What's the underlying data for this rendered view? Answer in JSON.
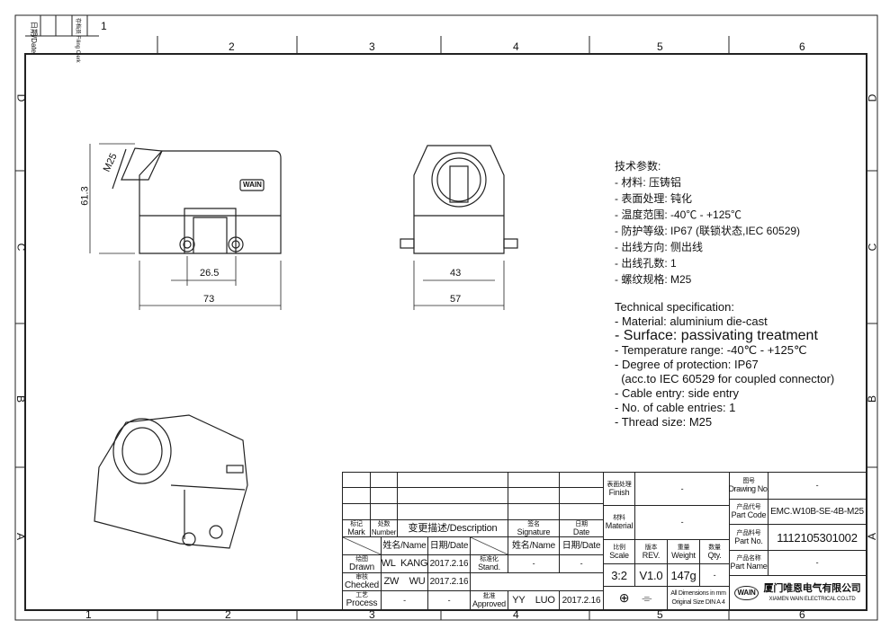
{
  "zones": {
    "top": [
      "1",
      "2",
      "3",
      "4",
      "5",
      "6"
    ],
    "bottom": [
      "1",
      "2",
      "3",
      "4",
      "5",
      "6"
    ],
    "side": [
      "D",
      "C",
      "B",
      "A"
    ]
  },
  "corner": {
    "date_label": "日期/Date",
    "filing_label": "存档员 Filing Clerk"
  },
  "dimensions": {
    "height": "61.3",
    "thread": "M25",
    "hole_spacing_side": "26.5",
    "width_side": "73",
    "hole_spacing_front": "43",
    "width_front": "57"
  },
  "logo_text": "WAIN",
  "spec_cn": {
    "title": "技术参数:",
    "items": [
      "- 材料: 压铸铝",
      "- 表面处理: 钝化",
      "- 温度范围: -40℃ - +125℃",
      "- 防护等级: IP67 (联锁状态,IEC 60529)",
      "- 出线方向: 侧出线",
      "- 出线孔数: 1",
      "- 螺纹规格: M25"
    ]
  },
  "spec_en": {
    "title": "Technical specification:",
    "items": [
      "- Material: aluminium die-cast",
      "- Surface: passivating treatment",
      "- Temperature range: -40℃ - +125℃",
      "- Degree of protection: IP67",
      "  (acc.to IEC 60529 for coupled connector)",
      "- Cable entry: side entry",
      "- No. of cable entries: 1",
      "- Thread size: M25"
    ]
  },
  "revision_table": {
    "headers": {
      "mark_cn": "标记",
      "mark": "Mark",
      "number_cn": "处数",
      "number": "Number",
      "description": "变更描述/Description",
      "signature_cn": "签名",
      "signature": "Signature",
      "date_cn": "日期",
      "date": "Date"
    },
    "sub_headers": {
      "name": "姓名/Name",
      "date": "日期/Date",
      "name2": "姓名/Name",
      "date2": "日期/Date"
    },
    "drawn": {
      "label_cn": "绘图",
      "label": "Drawn",
      "name": "WL  KANG",
      "date": "2017.2.16"
    },
    "checked": {
      "label_cn": "审核",
      "label": "Checked",
      "name": "ZW    WU",
      "date": "2017.2.16"
    },
    "process": {
      "label_cn": "工艺",
      "label": "Process",
      "name": "-",
      "date": "-"
    },
    "stand": {
      "label_cn": "标准化",
      "label": "Stand.",
      "name": "-",
      "date": "-"
    },
    "approved": {
      "label_cn": "批准",
      "label": "Approved",
      "name": "YY    LUO",
      "date": "2017.2.16"
    }
  },
  "title_block": {
    "finish": {
      "label_cn": "表面处理",
      "label": "Finish",
      "value": "-"
    },
    "material": {
      "label_cn": "材料",
      "label": "Material",
      "value": "-"
    },
    "scale": {
      "label_cn": "比例",
      "label": "Scale",
      "value": "3:2"
    },
    "rev": {
      "label_cn": "版本",
      "label": "REV.",
      "value": "V1.0"
    },
    "weight": {
      "label_cn": "重量",
      "label": "Weight",
      "value": "147g"
    },
    "qty": {
      "label_cn": "数量",
      "label": "Qty.",
      "value": "-"
    },
    "units_note": "All Dimensions in mm",
    "size_note": "Original Size DIN A 4",
    "drawing_no": {
      "label_cn": "图号",
      "label": "Drawing No.",
      "value": "-"
    },
    "part_code": {
      "label_cn": "产品代号",
      "label": "Part Code",
      "value": "EMC.W10B-SE-4B-M25"
    },
    "part_no": {
      "label_cn": "产品料号",
      "label": "Part No.",
      "value": "1112105301002"
    },
    "part_name": {
      "label_cn": "产品名称",
      "label": "Part Name",
      "value": "-"
    },
    "company_cn": "厦门唯恩电气有限公司",
    "company_en": "XIAMEN WAIN ELECTRICAL CO.LTD",
    "logo": "WAIN"
  }
}
